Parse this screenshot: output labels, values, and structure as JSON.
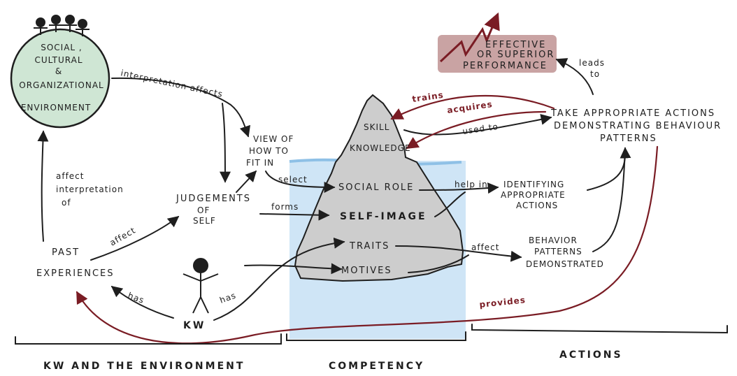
{
  "nodes": {
    "environment": [
      "SOCIAL ,",
      "CULTURAL",
      "&",
      "ORGANIZATIONAL",
      "ENVIRONMENT"
    ],
    "view": [
      "VIEW OF",
      "HOW TO",
      "FIT IN"
    ],
    "judgements": [
      "JUDGEMENTS",
      "OF",
      "SELF"
    ],
    "past": [
      "PAST",
      "EXPERIENCES"
    ],
    "kw": "KW",
    "skill": "SKILL",
    "knowledge": "KNOWLEDGE",
    "social_role": "SOCIAL ROLE",
    "self_image": "SELF-IMAGE",
    "traits": "TRAITS",
    "motives": "MOTIVES",
    "identifying": [
      "IDENTIFYING",
      "APPROPRIATE",
      "ACTIONS"
    ],
    "behavior": [
      "BEHAVIOR",
      "PATTERNS",
      "DEMONSTRATED"
    ],
    "take_action": [
      "TAKE APPROPRIATE ACTIONS",
      "DEMONSTRATING BEHAVIOUR",
      "PATTERNS"
    ],
    "effective": [
      "EFFECTIVE",
      "OR SUPERIOR",
      "PERFORMANCE"
    ]
  },
  "edges": {
    "interpretation_affects": "interpretation affects",
    "affect_interpretation": [
      "affect",
      "interpretation",
      "of"
    ],
    "affect": "affect",
    "has1": "has",
    "has2": "has",
    "select": "select",
    "forms": "forms",
    "help_in": "help in",
    "affect2": "affect",
    "trains": "trains",
    "acquires": "acquires",
    "used_to": "used to",
    "leads_to": [
      "leads",
      "to"
    ],
    "provides": "provides"
  },
  "sections": {
    "left": "KW AND THE ENVIRONMENT",
    "middle": "COMPETENCY",
    "right": "ACTIONS"
  },
  "colors": {
    "environment_fill": "#cfe6d4",
    "water": "#cfe5f6",
    "iceberg": "#cdcdcd",
    "performance_fill": "#c9a3a3",
    "accent_red": "#7a1c24"
  }
}
